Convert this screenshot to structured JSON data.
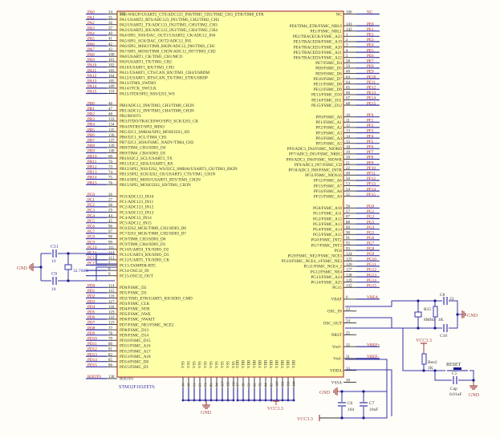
{
  "chip": {
    "designator": "U1",
    "part": "STM32F103ZET6",
    "colors": {
      "body_fill": "#ffffa8",
      "body_stroke": "#b04040",
      "wire": "#3434a8",
      "net_label": "#b02020",
      "pin_text": "#333333",
      "junction": "#1a1a90",
      "power": "#a04040"
    }
  },
  "left_pins": [
    {
      "net": "PA0",
      "num": "34",
      "func": "PA0-WKUP/USART2_CTS/ADC123_IN0/TIM5_CH1/TIM2_CH1_ETR/TIM8_ETR"
    },
    {
      "net": "PA1",
      "num": "35",
      "func": "PA1/USART2_RTS/ADC123_IN1/TIM5_CH2/TIM2_CH2"
    },
    {
      "net": "PA2",
      "num": "36",
      "func": "PA2/USART2_TX/ADC123_IN2/TIM5_CH3/TIM2_CH3"
    },
    {
      "net": "PA3",
      "num": "37",
      "func": "PA3/USART2_RX/ADC123_IN3/TIM5_CH4/TIM2_CH4"
    },
    {
      "net": "PA4",
      "num": "40",
      "func": "PA4/SPI1_NSS/DAC_OUT1/USART2_CK/ADC12_IN4"
    },
    {
      "net": "PA5",
      "num": "41",
      "func": "PA5/SPI1_SCK/DAC_OUT2/ADC12_IN5"
    },
    {
      "net": "PA6",
      "num": "42",
      "func": "PA6/SPI1_MISO/TIM8_BKIN/ADC12_IN6/TIM3_CH1"
    },
    {
      "net": "PA7",
      "num": "43",
      "func": "PA7/SPI1_MOSI/TIM8_CH1N/ADC12_IN7/TIM3_CH2"
    },
    {
      "net": "PA8",
      "num": "100",
      "func": "PA8/USART1_CK/TIM1_CH1/MCO"
    },
    {
      "net": "PA9",
      "num": "101",
      "func": "PA9/USART1_TX/TIM1_CH2"
    },
    {
      "net": "PA10",
      "num": "102",
      "func": "PA10/USART1_RX/TIM1_CH3"
    },
    {
      "net": "PA11",
      "num": "103",
      "func": "PA11/USART1_CTS/CAN_RX/TIM1_CH4/USBDM"
    },
    {
      "net": "PA12",
      "num": "104",
      "func": "PA12/USART1_RTS/CAN_TX/TIM1_ETR/USBDP"
    },
    {
      "net": "PA13",
      "num": "105",
      "func": "PA13/JTMS_SWDIO"
    },
    {
      "net": "PA14",
      "num": "109",
      "func": "PA14/JTCK_SWCLK"
    },
    {
      "net": "PA15",
      "num": "110",
      "func": "PA15/JTDI/SPI3_NSS/I2S3_WS"
    },
    {
      "net": "PB0",
      "num": "46",
      "func": "PB0/ADC12_IN8/TIM3_CH3/TIM8_CH2N",
      "gap": true
    },
    {
      "net": "PB1",
      "num": "47",
      "func": "PB1/ADC12_IN9/TIM3_CH4/TIM8_CH3N"
    },
    {
      "net": "PB2",
      "num": "48",
      "func": "PB2/BOOT1"
    },
    {
      "net": "PB3",
      "num": "133",
      "func": "PB3/JTDO/TRACESWO/SPI3_SCK/I2S3_CK"
    },
    {
      "net": "PB4",
      "num": "134",
      "func": "PB4/JNTRST/SPI3_MISO"
    },
    {
      "net": "PB5",
      "num": "135",
      "func": "PB5/I2C1_SMBAl/SPI3_MOSI/I2S3_SD"
    },
    {
      "net": "PB6",
      "num": "136",
      "func": "PB6/I2C1_SCL/TIM4_CH1"
    },
    {
      "net": "PB7",
      "num": "137",
      "func": "PB7/I2C1_SDA/FSMC_NADV/TIM4_CH2"
    },
    {
      "net": "PB8",
      "num": "139",
      "func": "PB8/TIM4_CH3/SDIO_D4"
    },
    {
      "net": "PB9",
      "num": "140",
      "func": "PB9/TIM4_CH4/SDIO_D5"
    },
    {
      "net": "PB10",
      "num": "69",
      "func": "PB10/I2C2_SCL/USART3_TX"
    },
    {
      "net": "PB11",
      "num": "70",
      "func": "PB11/I2C2_SDA/USART3_RX"
    },
    {
      "net": "PB12",
      "num": "73",
      "func": "PB12/SPI2_NSS/I2S2_WS/I2C2_SMBAl/USART3_CK/TIM1_BKIN"
    },
    {
      "net": "PB13",
      "num": "74",
      "func": "PB13/SPI2_SCK/I2S2_CK/USART3_CTS/TIM1_CH1N"
    },
    {
      "net": "PB14",
      "num": "75",
      "func": "PB14/SPI2_MISO/USART3_RTS/TIM1_CH2N"
    },
    {
      "net": "PB15",
      "num": "76",
      "func": "PB15/SPI2_MOSI/I2S2_SD/TIM1_CH3N"
    },
    {
      "net": "PC0",
      "num": "26",
      "func": "PC0/ADC123_IN10",
      "gap": true
    },
    {
      "net": "PC1",
      "num": "27",
      "func": "PC1/ADC123_IN11"
    },
    {
      "net": "PC2",
      "num": "28",
      "func": "PC2/ADC123_IN12"
    },
    {
      "net": "PC3",
      "num": "29",
      "func": "PC3/ADC123_IN13"
    },
    {
      "net": "PC4",
      "num": "44",
      "func": "PC4/ADC12_IN14"
    },
    {
      "net": "PC5",
      "num": "45",
      "func": "PC5/ADC12_IN15"
    },
    {
      "net": "PC6",
      "num": "96",
      "func": "PC6/I2S2_MCK/TIM8_CH1/SDIO_D6"
    },
    {
      "net": "PC7",
      "num": "97",
      "func": "PC7/I2S3_MCK/TIM8_CH2/SDIO_D7"
    },
    {
      "net": "PC8",
      "num": "98",
      "func": "PC8/TIM8_CH3/SDIO_D0"
    },
    {
      "net": "PC9",
      "num": "99",
      "func": "PC9/TIM8_CH4/SDIO_D1"
    },
    {
      "net": "PC10",
      "num": "111",
      "func": "PC10/UART4_TX/SDIO_D2"
    },
    {
      "net": "PC11",
      "num": "112",
      "func": "PC11/UART4_RX/SDIO_D3"
    },
    {
      "net": "PC12",
      "num": "113",
      "func": "PC12/UART5_TX/SDIO_CK"
    },
    {
      "net": "PC13",
      "num": "7",
      "func": "PC13-TAMPER-RTC"
    },
    {
      "net": "",
      "num": "8",
      "func": "PC14-OSC32_IN"
    },
    {
      "net": "",
      "num": "9",
      "func": "PC15-OSC32_OUT"
    },
    {
      "net": "PD0",
      "num": "114",
      "func": "PD0/FSMC_D2",
      "gap": true
    },
    {
      "net": "PD1",
      "num": "115",
      "func": "PD1/FSMC_D3"
    },
    {
      "net": "PD2",
      "num": "116",
      "func": "PD2/TIM3_ETR/UART5_RX/SDIO_CMD"
    },
    {
      "net": "PD3",
      "num": "117",
      "func": "PD3/FSMC_CLK"
    },
    {
      "net": "PD4",
      "num": "118",
      "func": "PD4/FSMC_NOE"
    },
    {
      "net": "PD5",
      "num": "119",
      "func": "PD5/FSMC_NWE"
    },
    {
      "net": "PD6",
      "num": "122",
      "func": "PD6/FSMC_NWAIT"
    },
    {
      "net": "PD7",
      "num": "123",
      "func": "PD7/FSMC_NE1/FSMC_NCE2"
    },
    {
      "net": "PD8",
      "num": "77",
      "func": "PD8/FSMC_D13"
    },
    {
      "net": "PD9",
      "num": "78",
      "func": "PD9/FSMC_D14"
    },
    {
      "net": "PD10",
      "num": "79",
      "func": "PD10/FSMC_D15"
    },
    {
      "net": "PD11",
      "num": "80",
      "func": "PD11/FSMC_A16"
    },
    {
      "net": "PD12",
      "num": "81",
      "func": "PD12/FSMC_A17"
    },
    {
      "net": "PD13",
      "num": "82",
      "func": "PD13/FSMC_A18"
    },
    {
      "net": "PD14",
      "num": "85",
      "func": "PD14/FSMC_D0"
    },
    {
      "net": "PD15",
      "num": "86",
      "func": "PD15/FSMC_D1"
    },
    {
      "net": "BOOT0",
      "num": "138",
      "func": "BOOT0",
      "gap": true
    }
  ],
  "right_pins": [
    {
      "net": "NC",
      "num": "106",
      "func": "NC"
    },
    {
      "net": "PE0",
      "num": "141",
      "func": "PE0/TIM4_ETR/FSMC_NBL0",
      "gap": true
    },
    {
      "net": "PE1",
      "num": "142",
      "func": "PE1/FSMC_NBL1"
    },
    {
      "net": "PE2",
      "num": "1",
      "func": "PE2/TRACECK/FSMC_A23"
    },
    {
      "net": "PE3",
      "num": "2",
      "func": "PE3/TRACED0/FSMC_A19"
    },
    {
      "net": "PE4",
      "num": "3",
      "func": "PE4/TRACED1/FSMC_A20"
    },
    {
      "net": "PE5",
      "num": "4",
      "func": "PE5/TRACED2/FSMC_A21"
    },
    {
      "net": "PE6",
      "num": "5",
      "func": "PE6/TRACED3/FSMC_A22"
    },
    {
      "net": "PE7",
      "num": "58",
      "func": "PE7/FSMC_D4"
    },
    {
      "net": "PE8",
      "num": "59",
      "func": "PE8/FSMC_D5"
    },
    {
      "net": "PE9",
      "num": "60",
      "func": "PE9/FSMC_D6"
    },
    {
      "net": "PE10",
      "num": "63",
      "func": "PE10/FSMC_D7"
    },
    {
      "net": "PE11",
      "num": "64",
      "func": "PE11/FSMC_D8"
    },
    {
      "net": "PE12",
      "num": "65",
      "func": "PE12/FSMC_D9"
    },
    {
      "net": "PE13",
      "num": "66",
      "func": "PE13/FSMC_D10"
    },
    {
      "net": "PE14",
      "num": "67",
      "func": "PE14/FSMC_D11"
    },
    {
      "net": "PE15",
      "num": "68",
      "func": "PE15/FSMC_D12"
    },
    {
      "net": "PF0",
      "num": "10",
      "func": "PF0/FSMC_A0",
      "gap": true
    },
    {
      "net": "PF1",
      "num": "11",
      "func": "PF1/FSMC_A1"
    },
    {
      "net": "PF2",
      "num": "12",
      "func": "PF2/FSMC_A2"
    },
    {
      "net": "PF3",
      "num": "13",
      "func": "PF3/FSMC_A3"
    },
    {
      "net": "PF4",
      "num": "14",
      "func": "PF4/FSMC_A4"
    },
    {
      "net": "PF5",
      "num": "15",
      "func": "PF5/FSMC_A5"
    },
    {
      "net": "PF6",
      "num": "18",
      "func": "PF6/ADC3_IN4/FSMC_NIORD"
    },
    {
      "net": "PF7",
      "num": "19",
      "func": "PF7/ADC3_IN5/FSMC_NREG"
    },
    {
      "net": "PF8",
      "num": "20",
      "func": "PF8/ADC3_IN6/FSMC_NIOWR"
    },
    {
      "net": "PF9",
      "num": "21",
      "func": "PF9/ADC3_IN7/FSMC_CD"
    },
    {
      "net": "PF10",
      "num": "22",
      "func": "PF10/ADC3_IN8/FSMC_INTR"
    },
    {
      "net": "PF11",
      "num": "49",
      "func": "PF11/FSMC_NIOS16"
    },
    {
      "net": "PF12",
      "num": "50",
      "func": "PF12/FSMC_A6"
    },
    {
      "net": "PF13",
      "num": "53",
      "func": "PF13/FSMC_A7"
    },
    {
      "net": "PF14",
      "num": "54",
      "func": "PF14/FSMC_A8"
    },
    {
      "net": "PF15",
      "num": "55",
      "func": "PF15/FSMC_A9"
    },
    {
      "net": "PG0",
      "num": "56",
      "func": "PG0/FSMC_A10",
      "gap": true
    },
    {
      "net": "PG1",
      "num": "57",
      "func": "PG1/FSMC_A11"
    },
    {
      "net": "PG2",
      "num": "87",
      "func": "PG2/FSMC_A12"
    },
    {
      "net": "PG3",
      "num": "88",
      "func": "PG3/FSMC_A13"
    },
    {
      "net": "PG4",
      "num": "89",
      "func": "PG4/FSMC_A14"
    },
    {
      "net": "PG5",
      "num": "90",
      "func": "PG5/FSMC_A15"
    },
    {
      "net": "PG6",
      "num": "91",
      "func": "PG6/FSMC_INT2"
    },
    {
      "net": "PG7",
      "num": "92",
      "func": "PG7/FSMC_INT3"
    },
    {
      "net": "PG8",
      "num": "93",
      "func": "PG8"
    },
    {
      "net": "PG9",
      "num": "124",
      "func": "PG9/FSMC_NE2/FSMC_NCE3"
    },
    {
      "net": "PG10",
      "num": "125",
      "func": "PG10/FSMC_NCE4_1/FSMC_NE3"
    },
    {
      "net": "PG11",
      "num": "126",
      "func": "PG11/FSMC_NCE4_2"
    },
    {
      "net": "PG12",
      "num": "127",
      "func": "PG12/FSMC_NE4"
    },
    {
      "net": "PG13",
      "num": "128",
      "func": "PG13/FSMC_A24"
    },
    {
      "net": "PG14",
      "num": "129",
      "func": "PG14/FSMC_A25"
    },
    {
      "net": "PG15",
      "num": "132",
      "func": "PG15"
    },
    {
      "net": "VBEA",
      "num": "6",
      "func": "VBAT",
      "gap": true
    },
    {
      "net": "",
      "num": "23",
      "func": "OSC_IN",
      "gap": true
    },
    {
      "net": "",
      "num": "24",
      "func": "OSC_OUT",
      "gap": true
    },
    {
      "net": "",
      "num": "25",
      "func": "NRST",
      "gap": true
    },
    {
      "net": "VREF+",
      "num": "32",
      "func": "Vref+",
      "gap": true
    },
    {
      "net": "VREF-",
      "num": "31",
      "func": "Vref-",
      "gap": true
    },
    {
      "net": "",
      "num": "33",
      "func": "VDDA",
      "gap": true
    },
    {
      "net": "",
      "num": "30",
      "func": "VSSA",
      "gap": true
    }
  ],
  "bottom_pins": {
    "vss": [
      {
        "name": "VSS",
        "num": "16"
      },
      {
        "name": "VSS",
        "num": "38"
      },
      {
        "name": "VSS",
        "num": "51"
      },
      {
        "name": "VSS",
        "num": "61"
      },
      {
        "name": "VSS",
        "num": "71"
      },
      {
        "name": "VSS",
        "num": "83"
      },
      {
        "name": "VSS",
        "num": "94"
      },
      {
        "name": "VSS",
        "num": "107"
      },
      {
        "name": "VSS",
        "num": "120"
      },
      {
        "name": "VSS",
        "num": "130"
      }
    ],
    "vdd": [
      {
        "name": "VDD",
        "num": "17"
      },
      {
        "name": "VDD",
        "num": "39"
      },
      {
        "name": "VDD",
        "num": "52"
      },
      {
        "name": "VDD",
        "num": "62"
      },
      {
        "name": "VDD",
        "num": "72"
      },
      {
        "name": "VDD",
        "num": "84"
      },
      {
        "name": "VDD",
        "num": "95"
      },
      {
        "name": "VDD",
        "num": "108"
      },
      {
        "name": "VDD",
        "num": "121"
      },
      {
        "name": "VDD",
        "num": "131"
      },
      {
        "name": "VDD",
        "num": "144"
      }
    ]
  },
  "power": {
    "gnd": "GND",
    "vcc": "VCC3.3"
  },
  "components": {
    "c11": {
      "ref": "C11",
      "value": "10"
    },
    "c9": {
      "ref": "C9",
      "value": "10"
    },
    "y32k": {
      "value": "32.768K"
    },
    "c8": {
      "ref": "C8",
      "value": "22"
    },
    "c10": {
      "ref": "C10",
      "value": "22"
    },
    "r15": {
      "ref": "R15",
      "value": "1K"
    },
    "y8m": {
      "value": "8MHz"
    },
    "ren2": {
      "ref": "Ren2",
      "value": "1K"
    },
    "reset": {
      "ref": "RESET"
    },
    "c1": {
      "ref": "C1",
      "ref2": "Cap",
      "value": "0.01uF"
    },
    "c6": {
      "ref": "C6",
      "value": "104"
    },
    "c7": {
      "ref": "C7",
      "value": "10uF"
    }
  }
}
